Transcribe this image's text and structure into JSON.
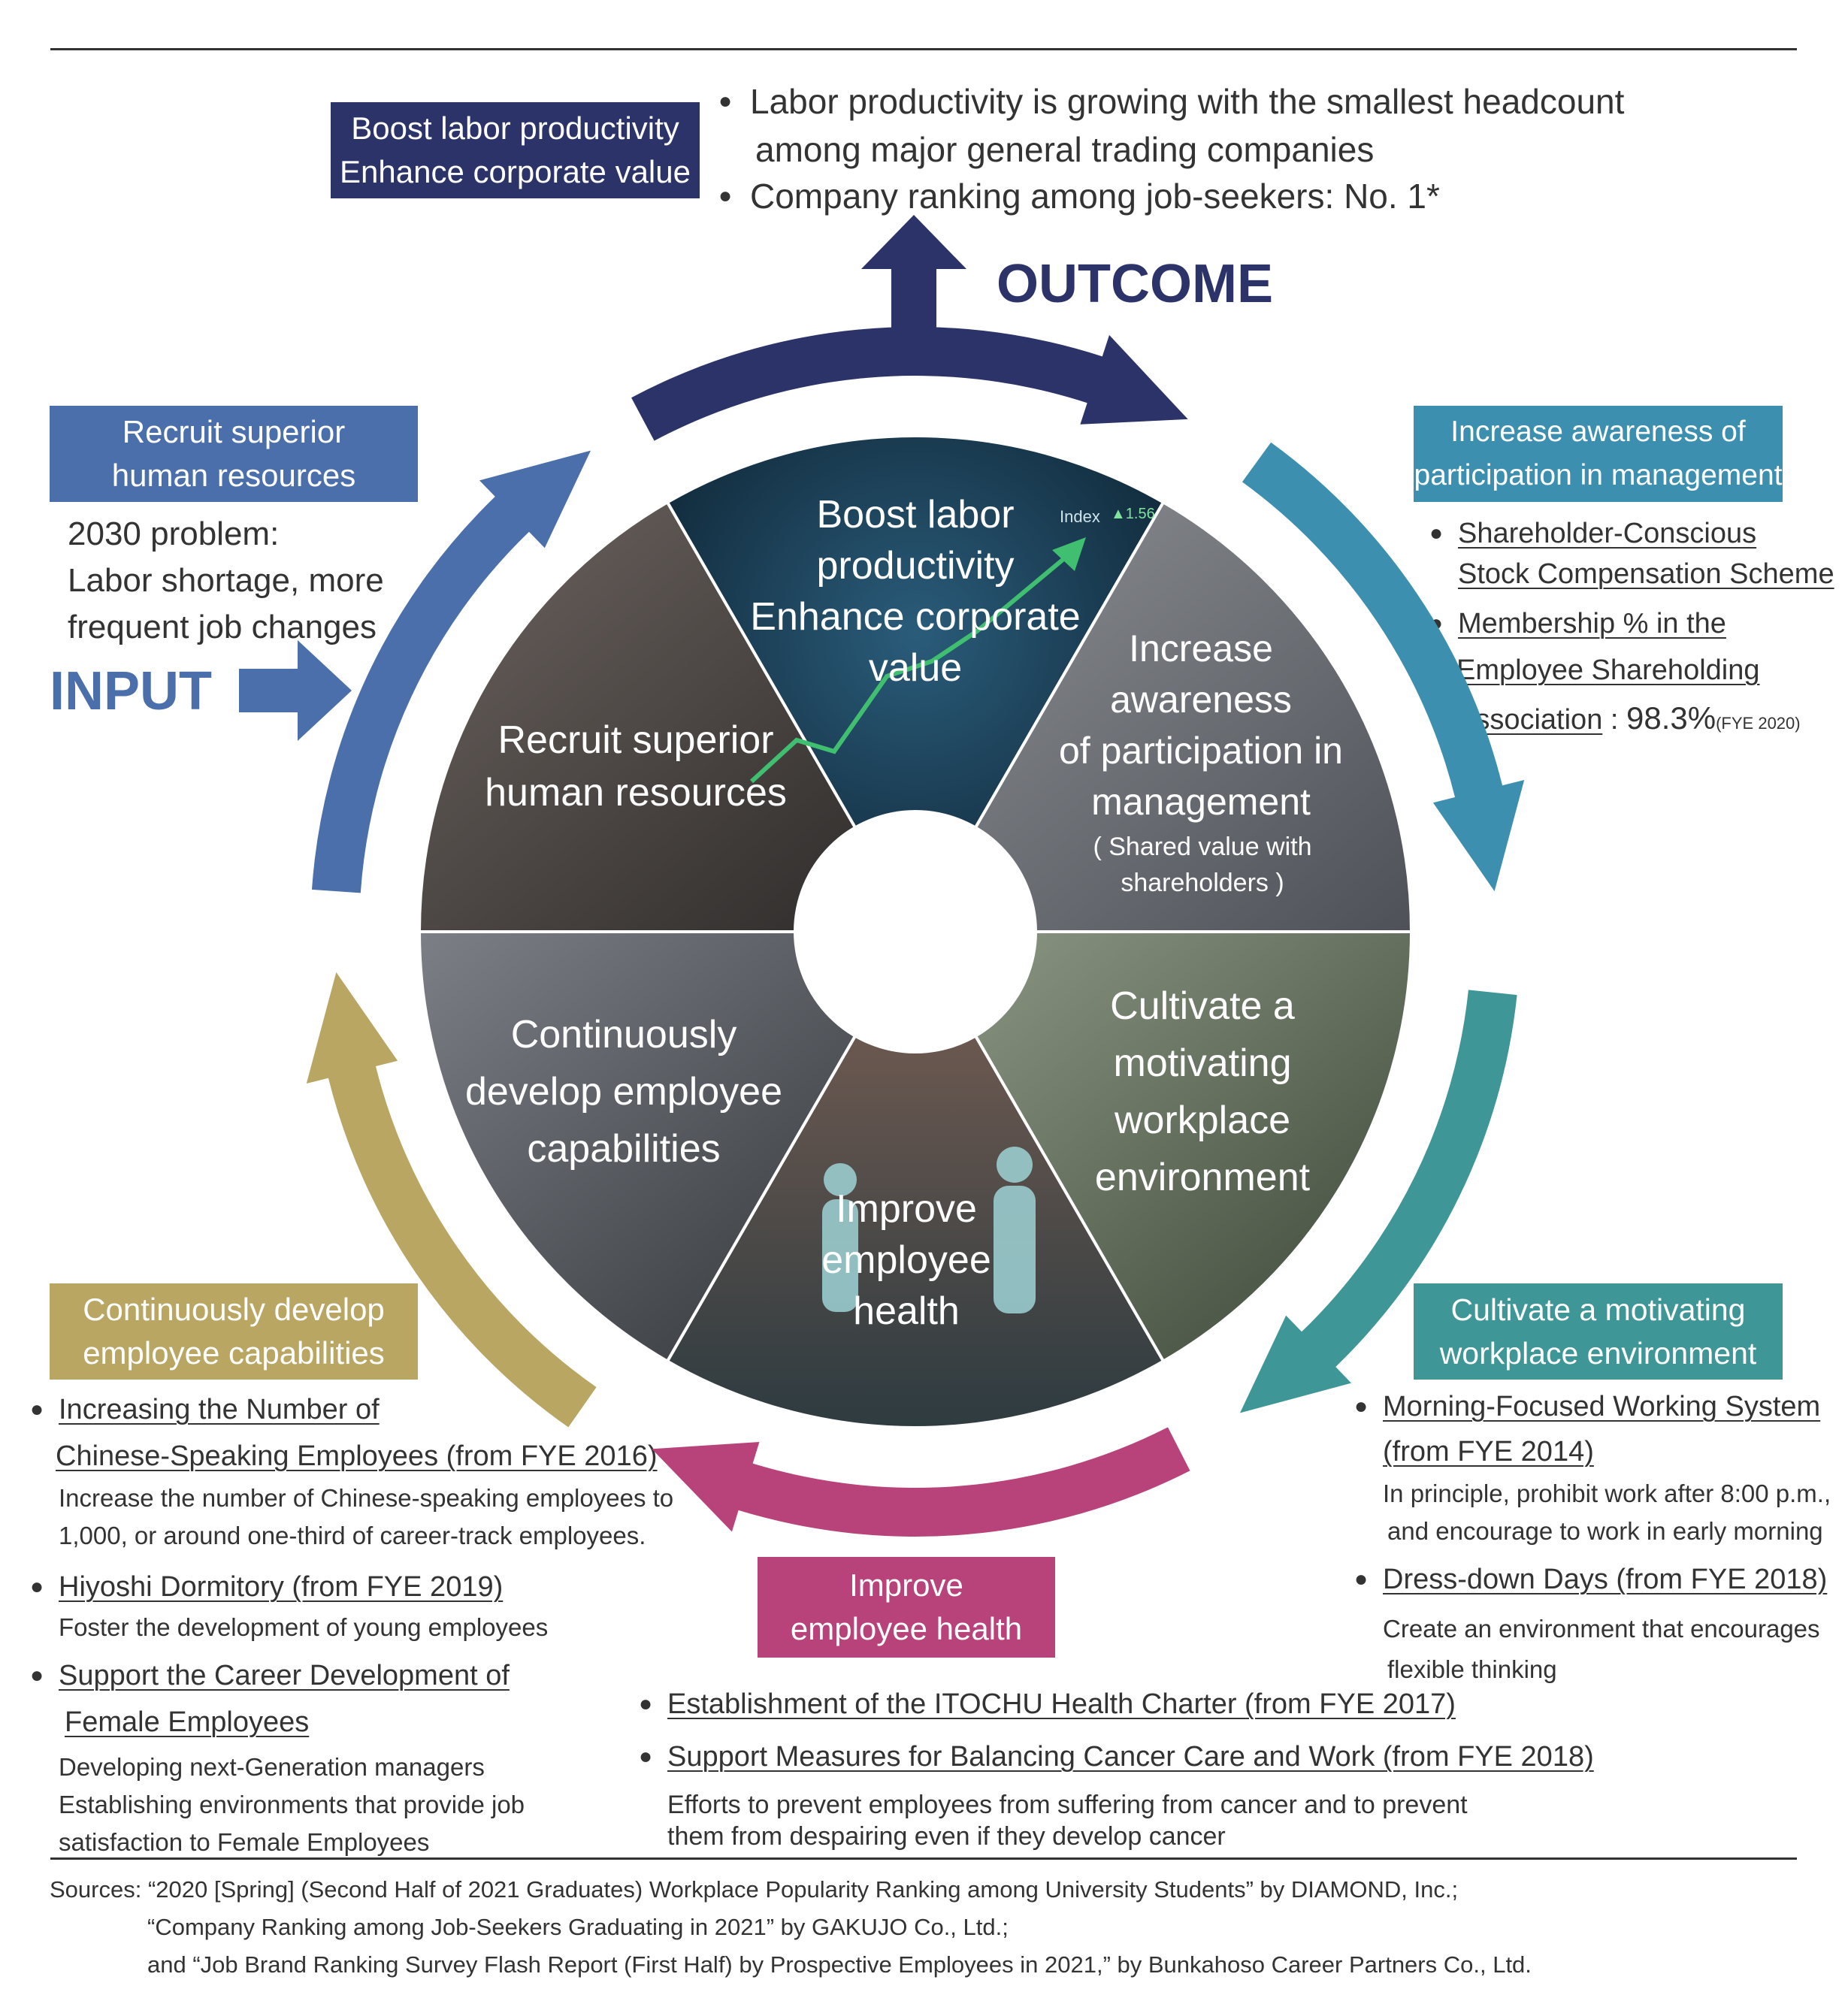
{
  "outcome": {
    "box_line1": "Boost labor productivity",
    "box_line2": "Enhance corporate value",
    "bullet1_line1": "Labor productivity is growing with the smallest headcount",
    "bullet1_line2": "among major general trading companies",
    "bullet2": "Company ranking among job-seekers: No. 1*",
    "label": "OUTCOME"
  },
  "input": {
    "box_line1": "Recruit superior",
    "box_line2": "human resources",
    "problem_line1": "2030 problem:",
    "problem_line2": "Labor shortage, more",
    "problem_line3": "frequent job changes",
    "label": "INPUT"
  },
  "participation": {
    "box_line1": "Increase awareness of",
    "box_line2": "participation in management",
    "b1_line1": "Shareholder-Conscious",
    "b1_line2": "Stock Compensation Scheme",
    "b2_line1": "Membership % in the",
    "b2_line2": "Employee Shareholding",
    "b2_line3": "Association",
    "b2_colon": ":",
    "b2_value": "98.3%",
    "b2_note": "(FYE 2020)"
  },
  "workplace": {
    "box_line1": "Cultivate a motivating",
    "box_line2": "workplace environment",
    "b1_line1": "Morning-Focused Working System",
    "b1_line2": "(from FYE 2014)",
    "b1_sub1": "In principle, prohibit work after 8:00 p.m.,",
    "b1_sub2": "and encourage to work in early morning",
    "b2_line1": "Dress-down Days (from FYE 2018)",
    "b2_sub1": "Create an environment that encourages",
    "b2_sub2": "flexible thinking"
  },
  "health": {
    "box_line1": "Improve",
    "box_line2": "employee health",
    "b1": "Establishment of the ITOCHU Health Charter (from FYE 2017)",
    "b2": "Support Measures for Balancing Cancer Care and Work (from FYE 2018)",
    "sub1": "Efforts to prevent employees from suffering from cancer and to prevent",
    "sub2": "them from despairing even if they develop cancer"
  },
  "capabilities": {
    "box_line1": "Continuously develop",
    "box_line2": "employee capabilities",
    "b1_line1": "Increasing the Number of",
    "b1_line2": "Chinese-Speaking Employees (from FYE 2016)",
    "b1_sub1": "Increase the number of Chinese-speaking employees to",
    "b1_sub2": "1,000, or around one-third of career-track employees.",
    "b2": "Hiyoshi Dormitory (from FYE 2019)",
    "b2_sub": "Foster the development of young employees",
    "b3_line1": "Support the Career Development of",
    "b3_line2": "Female Employees",
    "b3_sub1": "Developing next-Generation managers",
    "b3_sub2": "Establishing environments that provide job",
    "b3_sub3": "satisfaction to Female Employees"
  },
  "wheel": {
    "seg_top": [
      "Boost labor",
      "productivity",
      "Enhance corporate",
      "value"
    ],
    "seg_top_right": [
      "Increase",
      "awareness",
      "of participation in",
      "management"
    ],
    "seg_top_right_note": [
      "( Shared value with",
      "shareholders )"
    ],
    "seg_bottom_right": [
      "Cultivate a",
      "motivating",
      "workplace",
      "environment"
    ],
    "seg_bottom": [
      "Improve",
      "employee",
      "health"
    ],
    "seg_bottom_left": [
      "Continuously",
      "develop employee",
      "capabilities"
    ],
    "seg_top_left": [
      "Recruit superior",
      "human resources"
    ],
    "top_photo_index": "Index",
    "top_photo_value": "▲1.56"
  },
  "colors": {
    "navy": "#2b3368",
    "steel_blue": "#4a6fab",
    "teal_blue": "#3d8fb0",
    "teal": "#3f9697",
    "magenta": "#b8437a",
    "olive_gold": "#b9a662"
  },
  "sources": {
    "line1": "Sources: “2020 [Spring] (Second Half of 2021 Graduates) Workplace Popularity Ranking among University Students” by DIAMOND, Inc.;",
    "line2": "“Company Ranking among Job-Seekers Graduating in 2021” by GAKUJO Co., Ltd.;",
    "line3": "and “Job Brand Ranking Survey Flash Report (First Half) by Prospective Employees in 2021,” by Bunkahoso Career Partners Co., Ltd."
  }
}
